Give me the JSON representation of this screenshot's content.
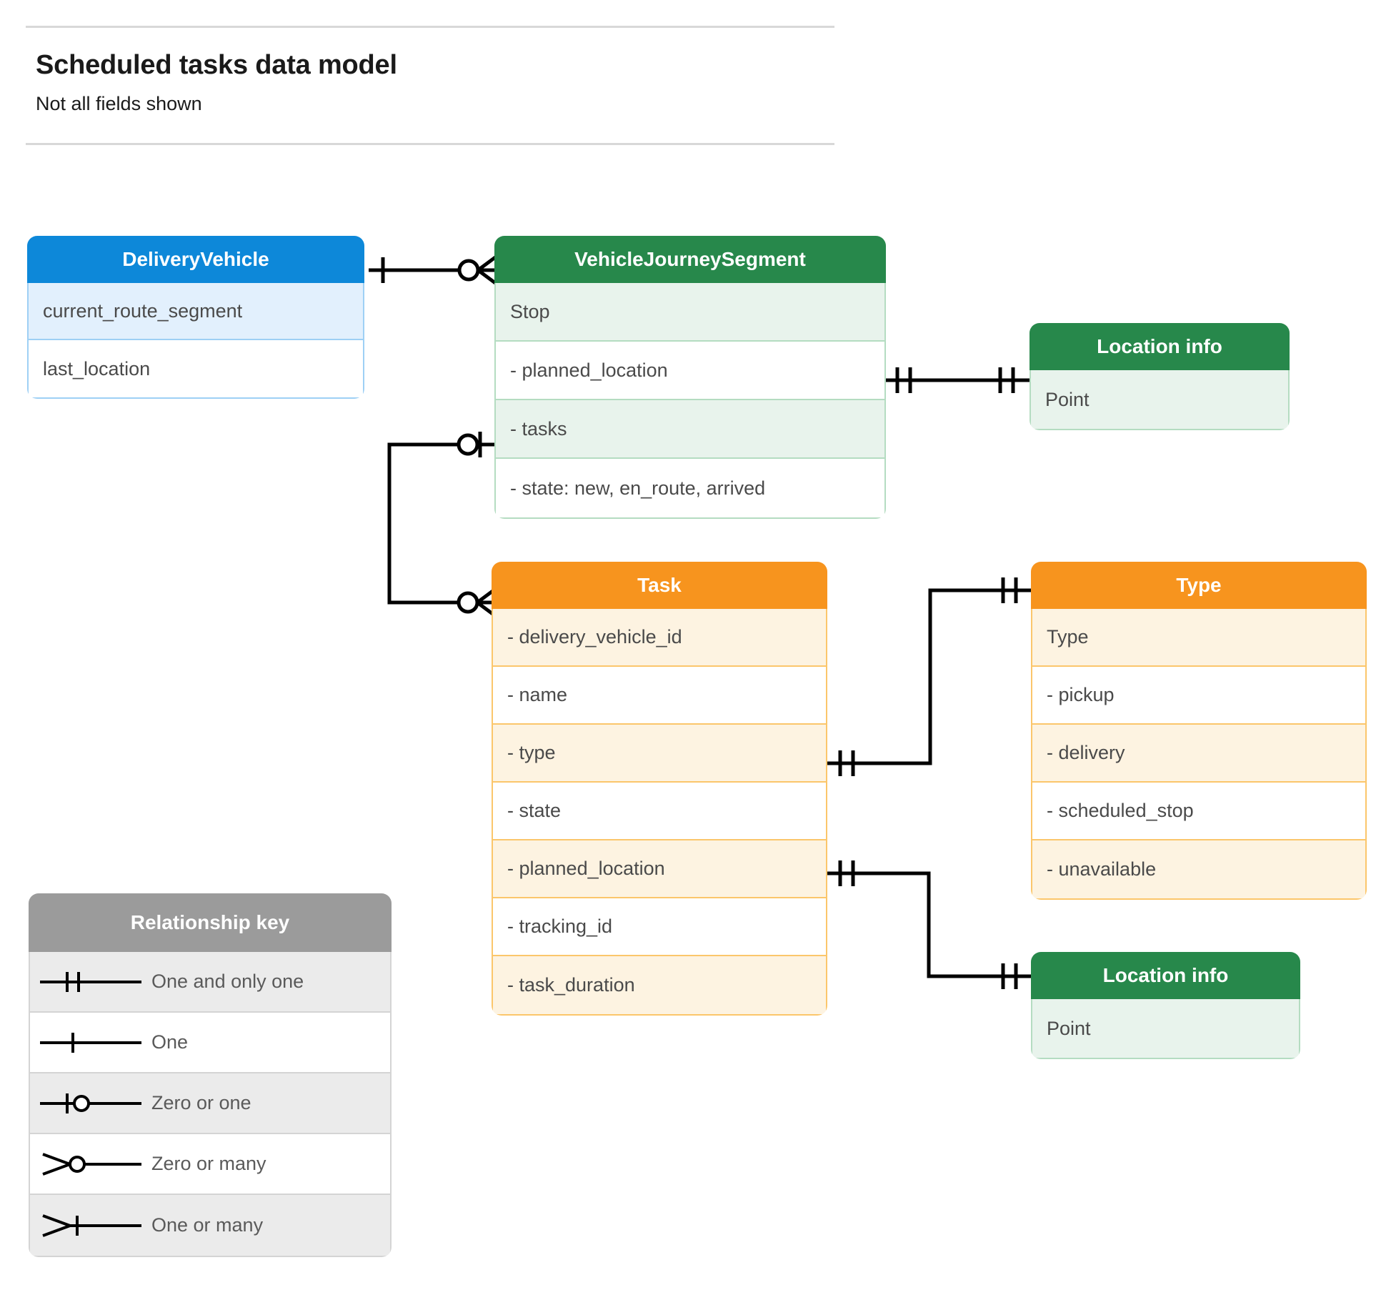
{
  "header": {
    "title": "Scheduled tasks data model",
    "subtitle": "Not all fields shown"
  },
  "colors": {
    "blue_header": "#0d88d9",
    "blue_row_alt": "#e2f0fd",
    "blue_border": "#9ed0f5",
    "green_header": "#27884b",
    "green_row_alt": "#e8f3ec",
    "green_border": "#b4dcc1",
    "orange_header": "#f7941e",
    "orange_row_alt": "#fdf3e1",
    "orange_border": "#fbc66b",
    "gray_header": "#9b9b9b",
    "gray_row_alt": "#ebebeb",
    "connector": "#000000",
    "rule": "#d8d8d8",
    "row_text": "#4a4a4a"
  },
  "entities": {
    "delivery_vehicle": {
      "title": "DeliveryVehicle",
      "rows": [
        "current_route_segment",
        "last_location"
      ]
    },
    "vehicle_journey_segment": {
      "title": "VehicleJourneySegment",
      "rows": [
        "Stop",
        "-  planned_location",
        "- tasks",
        "- state: new, en_route, arrived"
      ]
    },
    "location_info_top": {
      "title": "Location info",
      "rows": [
        "Point"
      ]
    },
    "location_info_bottom": {
      "title": "Location info",
      "rows": [
        "Point"
      ]
    },
    "task": {
      "title": "Task",
      "rows": [
        "- delivery_vehicle_id",
        "- name",
        "- type",
        "- state",
        "- planned_location",
        "- tracking_id",
        "- task_duration"
      ]
    },
    "type": {
      "title": "Type",
      "rows": [
        "Type",
        "-   pickup",
        "-   delivery",
        "-   scheduled_stop",
        "-   unavailable"
      ]
    }
  },
  "legend": {
    "title": "Relationship key",
    "items": [
      {
        "label": "One and only one",
        "symbol": "one-and-only-one-symbol"
      },
      {
        "label": "One",
        "symbol": "one-symbol"
      },
      {
        "label": "Zero or one",
        "symbol": "zero-or-one-symbol"
      },
      {
        "label": "Zero or many",
        "symbol": "zero-or-many-symbol"
      },
      {
        "label": "One or many",
        "symbol": "one-or-many-symbol"
      }
    ]
  },
  "relationships": [
    {
      "name": "deliveryvehicle-to-vehiclejourneysegment",
      "from": "DeliveryVehicle",
      "to": "VehicleJourneySegment",
      "from_cardinality": "One",
      "to_cardinality": "Zero or many"
    },
    {
      "name": "vehiclejourneysegment-tasks-to-task",
      "from": "VehicleJourneySegment.tasks",
      "to": "Task",
      "from_cardinality": "Zero or one",
      "to_cardinality": "Zero or many"
    },
    {
      "name": "vehiclejourneysegment-plannedlocation-to-locationinfo",
      "from": "VehicleJourneySegment.planned_location",
      "to": "Location info",
      "from_cardinality": "One and only one",
      "to_cardinality": "One and only one"
    },
    {
      "name": "task-type-to-type",
      "from": "Task.type",
      "to": "Type",
      "from_cardinality": "One and only one",
      "to_cardinality": "One and only one"
    },
    {
      "name": "task-plannedlocation-to-locationinfo",
      "from": "Task.planned_location",
      "to": "Location info",
      "from_cardinality": "One and only one",
      "to_cardinality": "One and only one"
    }
  ]
}
